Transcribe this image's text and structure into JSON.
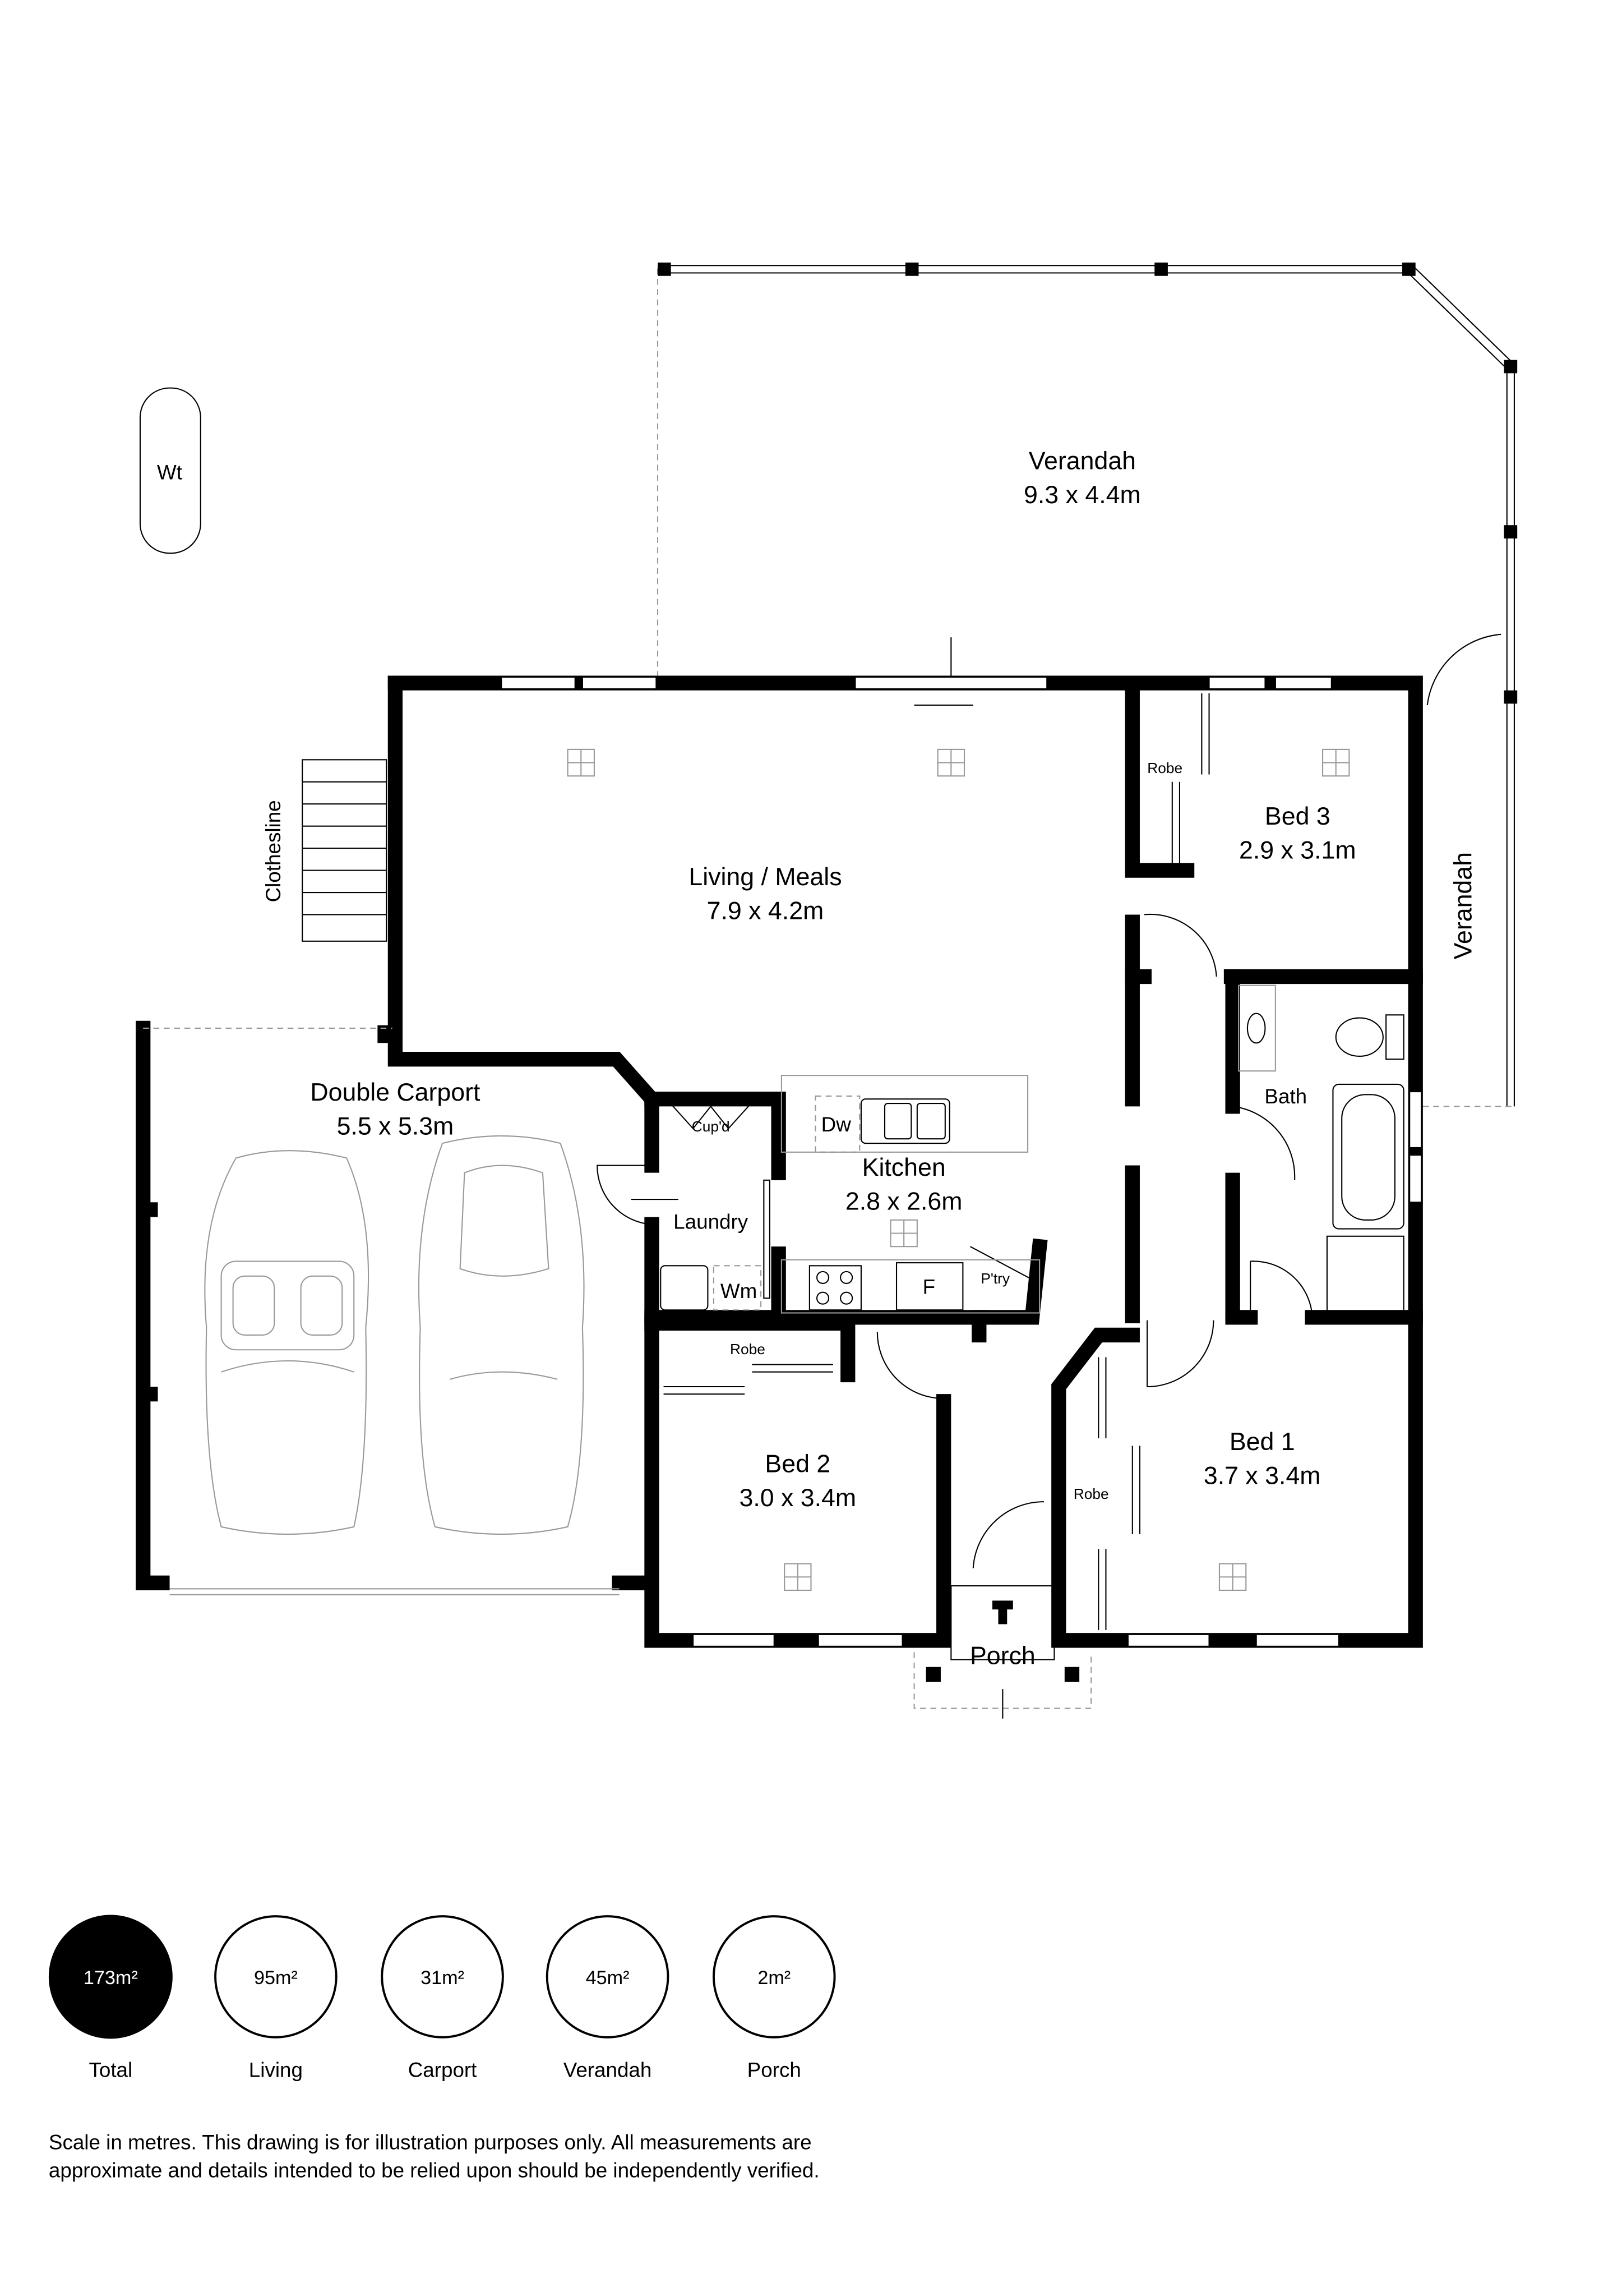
{
  "rooms": {
    "verandah_main": {
      "name": "Verandah",
      "size": "9.3 x 4.4m"
    },
    "verandah_side": {
      "name": "Verandah"
    },
    "living": {
      "name": "Living / Meals",
      "size": "7.9 x 4.2m"
    },
    "bed3": {
      "name": "Bed 3",
      "size": "2.9 x 3.1m"
    },
    "bed3_robe": "Robe",
    "carport": {
      "name": "Double Carport",
      "size": "5.5 x 5.3m"
    },
    "kitchen": {
      "name": "Kitchen",
      "size": "2.8 x 2.6m"
    },
    "cupd": "Cup'd",
    "laundry": "Laundry",
    "bath": "Bath",
    "bed2": {
      "name": "Bed 2",
      "size": "3.0 x 3.4m"
    },
    "bed2_robe": "Robe",
    "bed1": {
      "name": "Bed 1",
      "size": "3.7 x 3.4m"
    },
    "bed1_robe": "Robe",
    "porch": "Porch",
    "pantry": "P'try"
  },
  "fixtures": {
    "water_tank": "Wt",
    "clothesline": "Clothesline",
    "dishwasher": "Dw",
    "washing_machine": "Wm",
    "fridge": "F"
  },
  "areas": [
    {
      "value": "173m²",
      "label": "Total",
      "filled": true
    },
    {
      "value": "95m²",
      "label": "Living",
      "filled": false
    },
    {
      "value": "31m²",
      "label": "Carport",
      "filled": false
    },
    {
      "value": "45m²",
      "label": "Verandah",
      "filled": false
    },
    {
      "value": "2m²",
      "label": "Porch",
      "filled": false
    }
  ],
  "disclaimer": {
    "line1": "Scale in metres. This drawing is for illustration purposes only. All measurements are",
    "line2": "approximate and details intended to be relied upon should be independently verified."
  }
}
